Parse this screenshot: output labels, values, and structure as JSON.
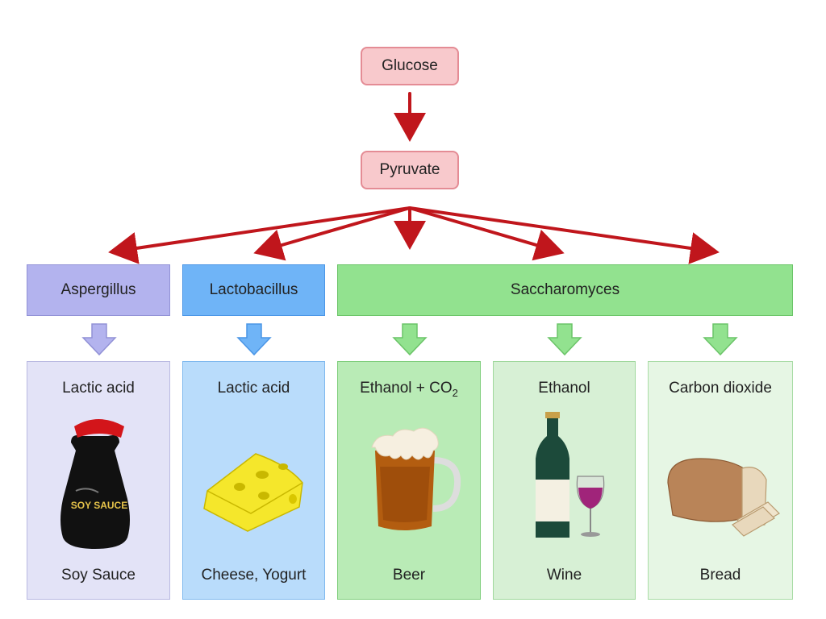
{
  "nodes": {
    "glucose": "Glucose",
    "pyruvate": "Pyruvate"
  },
  "organisms": {
    "aspergillus": "Aspergillus",
    "lactobacillus": "Lactobacillus",
    "saccharomyces": "Saccharomyces"
  },
  "products": [
    {
      "substance": "Lactic acid",
      "food": "Soy Sauce",
      "icon": "soy-sauce-bottle-icon"
    },
    {
      "substance": "Lactic acid",
      "food": "Cheese, Yogurt",
      "icon": "cheese-icon"
    },
    {
      "substance": "Ethanol + CO",
      "substance_sub": "2",
      "food": "Beer",
      "icon": "beer-mug-icon"
    },
    {
      "substance": "Ethanol",
      "food": "Wine",
      "icon": "wine-bottle-glass-icon"
    },
    {
      "substance": "Carbon dioxide",
      "food": "Bread",
      "icon": "bread-loaf-icon"
    }
  ],
  "bottle_label": "SOY SAUCE",
  "colors": {
    "arrow_red": "#c0161c",
    "arrow_purple": "#b3b3ee",
    "arrow_blue": "#6fb4f7",
    "arrow_green": "#92e28f"
  }
}
